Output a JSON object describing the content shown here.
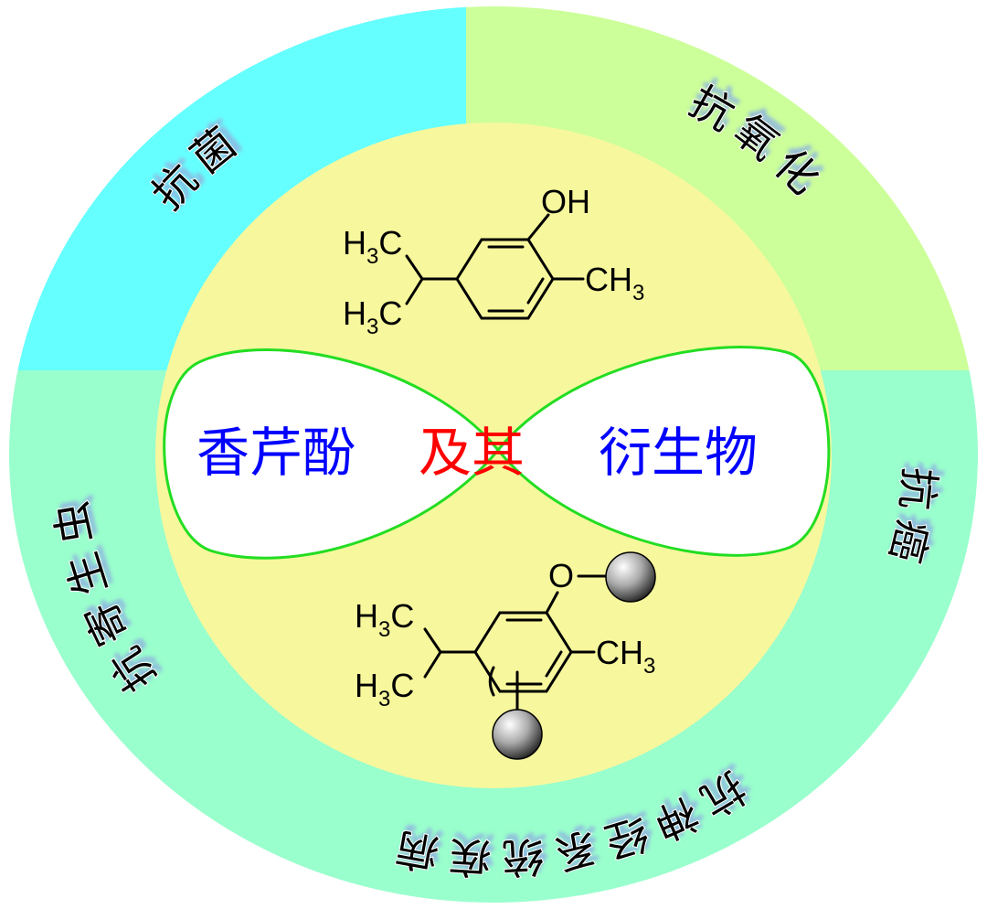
{
  "center_title": {
    "part1": "香芹酚",
    "part2": "及其",
    "part3": "衍生物"
  },
  "activities": {
    "top_left": "抗菌",
    "top_right": "抗氧化",
    "right": "抗癌",
    "bottom": "抗神经系统疾病",
    "left": "抗寄生虫"
  },
  "molecule_top": {
    "oh": "OH",
    "methyl": "CH",
    "methyl_sub": "3",
    "iso1": "H",
    "iso1_sub": "3",
    "iso1_c": "C",
    "iso2": "H",
    "iso2_sub": "3",
    "iso2_c": "C"
  },
  "molecule_bottom": {
    "o": "O",
    "methyl": "CH",
    "methyl_sub": "3",
    "iso1": "H",
    "iso1_sub": "3",
    "iso1_c": "C",
    "iso2": "H",
    "iso2_sub": "3",
    "iso2_c": "C"
  },
  "colors": {
    "top_left": "#66ffff",
    "top_right": "#ccff99",
    "bottom": "#99ffcc",
    "inner": "#f7f79e",
    "lobe_border": "#22dd22",
    "title_blue": "#0000ff",
    "title_red": "#ff0000"
  }
}
